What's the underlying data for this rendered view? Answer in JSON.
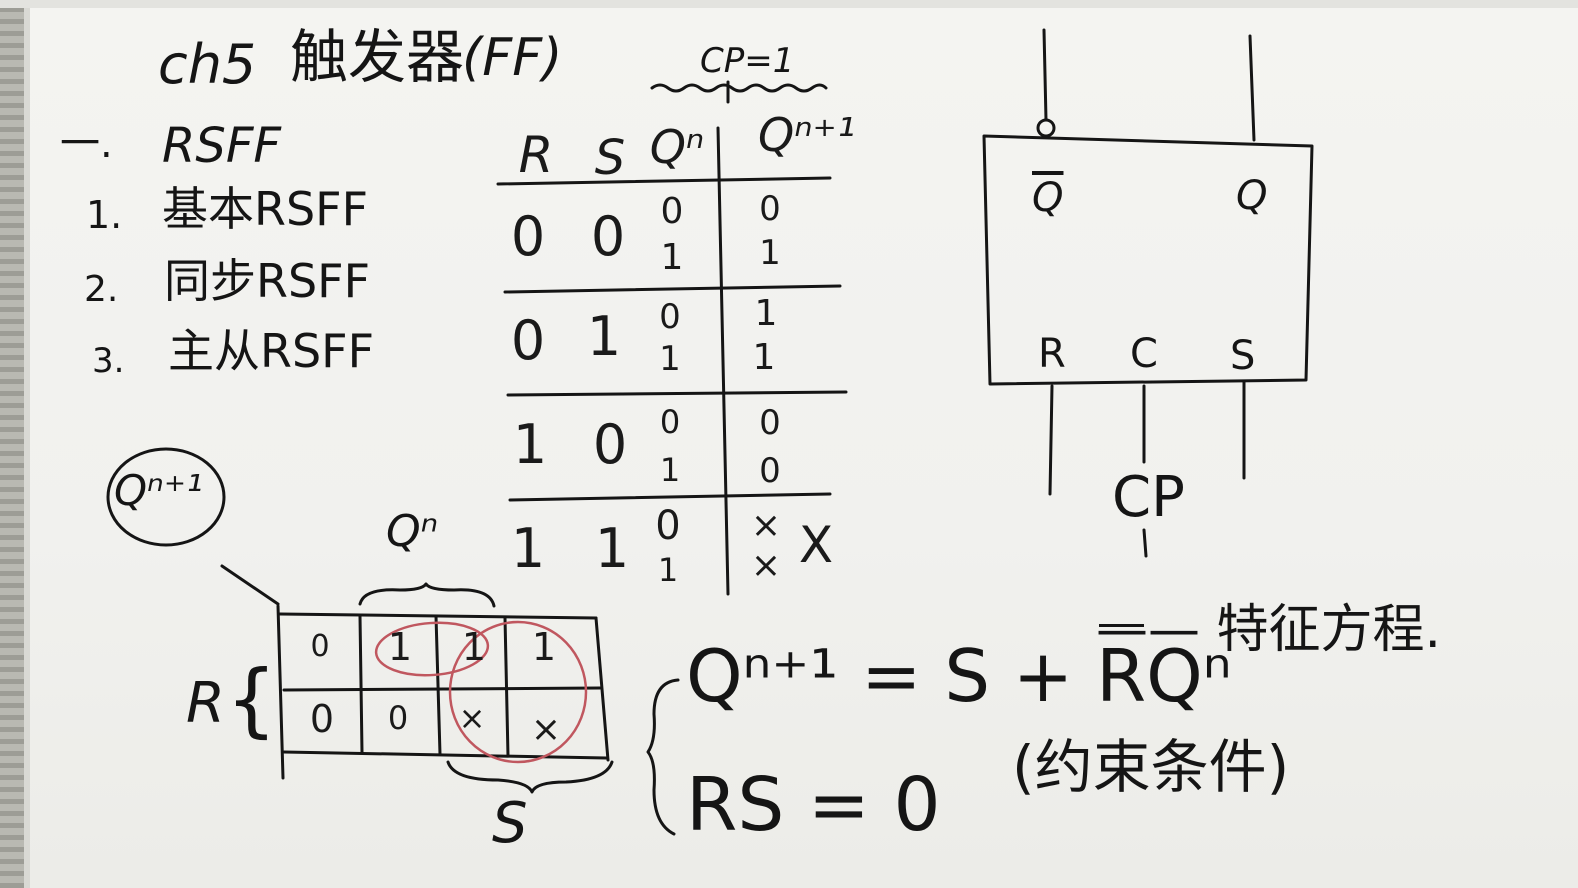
{
  "title": {
    "chapter": "ch5",
    "name": "触发器",
    "abbr": "(FF)",
    "cond": "CP=1"
  },
  "outline": {
    "section_num": "一.",
    "section": "RSFF",
    "items": [
      {
        "num": "1.",
        "label": "基本RSFF"
      },
      {
        "num": "2.",
        "label": "同步RSFF"
      },
      {
        "num": "3.",
        "label": "主从RSFF"
      }
    ]
  },
  "truth_table": {
    "headers": {
      "r": "R",
      "s": "S",
      "qn": "Qⁿ",
      "qn1": "Qⁿ⁺¹"
    },
    "rows": [
      {
        "r": "0",
        "s": "0",
        "qn": [
          "0",
          "1"
        ],
        "qn1": [
          "0",
          "1"
        ]
      },
      {
        "r": "0",
        "s": "1",
        "qn": [
          "0",
          "1"
        ],
        "qn1": [
          "1",
          "1"
        ]
      },
      {
        "r": "1",
        "s": "0",
        "qn": [
          "0",
          "1"
        ],
        "qn1": [
          "0",
          "0"
        ]
      },
      {
        "r": "1",
        "s": "1",
        "qn": [
          "0",
          "1"
        ],
        "qn1": [
          "×",
          "×"
        ]
      }
    ],
    "side_mark": "X"
  },
  "kmap": {
    "circled_label": "Qⁿ⁺¹",
    "top_label": "Qⁿ",
    "row_label": "R",
    "bottom_label": "S",
    "cells": [
      [
        "0",
        "1",
        "1",
        "1"
      ],
      [
        "0",
        "0",
        "×",
        "×"
      ]
    ]
  },
  "equations": {
    "char_eq": "Qⁿ⁺¹ = S + ",
    "rbar": "R",
    "qn": "Qⁿ",
    "char_eq_name": "—— 特征方程.",
    "constraint": "RS = 0",
    "constraint_name": "(约束条件)"
  },
  "symbol": {
    "out_qbar": "Q",
    "out_q": "Q",
    "in_r": "R",
    "in_c": "C",
    "in_s": "S",
    "clock": "CP"
  },
  "colors": {
    "ink": "#151515",
    "red_marker": "#c0575f",
    "board": "#f2f2ef"
  }
}
